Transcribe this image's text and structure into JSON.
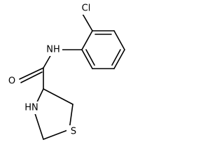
{
  "molecule": {
    "atoms": {
      "cl": "Cl",
      "nh_amide": "NH",
      "o": "O",
      "nh_ring": "HN",
      "s": "S"
    }
  }
}
